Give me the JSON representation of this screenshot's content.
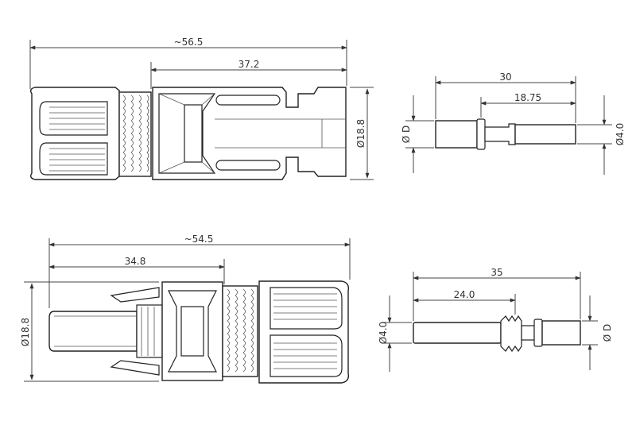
{
  "top_connector": {
    "overall_length": "~56.5",
    "body_length": "37.2",
    "diameter": "Ø18.8"
  },
  "top_pin": {
    "overall_length": "30",
    "tip_length": "18.75",
    "left_diameter": "Ø D",
    "right_diameter": "Ø4.0"
  },
  "bottom_connector": {
    "overall_length": "~54.5",
    "body_length": "34.8",
    "diameter": "Ø18.8"
  },
  "bottom_socket": {
    "overall_length": "35",
    "inner_length": "24.0",
    "left_diameter": "Ø4.0",
    "right_diameter": "Ø D"
  },
  "colors": {
    "line": "#222222",
    "background": "#ffffff"
  }
}
